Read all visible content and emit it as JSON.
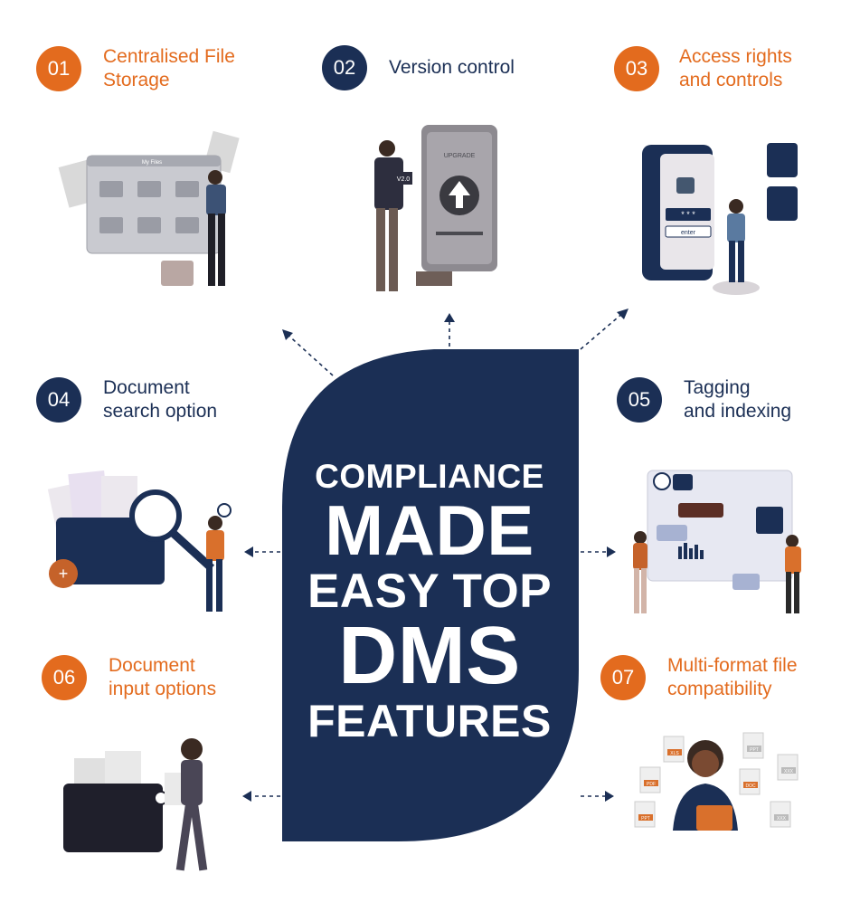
{
  "features": [
    {
      "num": "01",
      "label": "Centralised File\nStorage",
      "color": "#e36b1e"
    },
    {
      "num": "02",
      "label": "Version control",
      "color": "#1b2f55"
    },
    {
      "num": "03",
      "label": "Access rights\nand controls",
      "color": "#e36b1e"
    },
    {
      "num": "04",
      "label": "Document\nsearch option",
      "color": "#1b2f55"
    },
    {
      "num": "05",
      "label": "Tagging\nand indexing",
      "color": "#1b2f55"
    },
    {
      "num": "06",
      "label": "Document\ninput options",
      "color": "#e36b1e"
    },
    {
      "num": "07",
      "label": "Multi-format file\ncompatibility",
      "color": "#e36b1e"
    }
  ],
  "center": {
    "line1": "COMPLIANCE",
    "line2": "MADE",
    "line3": "EASY TOP",
    "line4": "DMS",
    "line5": "FEATURES"
  },
  "illustrations": {
    "file_window_title": "My Files",
    "upgrade_text": "UPGRADE",
    "version_badge": "V2.0",
    "enter_text": "enter",
    "password_mask": "* * *",
    "file_types": [
      "XLS",
      "PPT",
      "PDF",
      "DOC",
      "XXX",
      "PPT",
      "XXX"
    ]
  },
  "colors": {
    "navy": "#1b2f55",
    "orange": "#e36b1e",
    "white": "#ffffff"
  }
}
